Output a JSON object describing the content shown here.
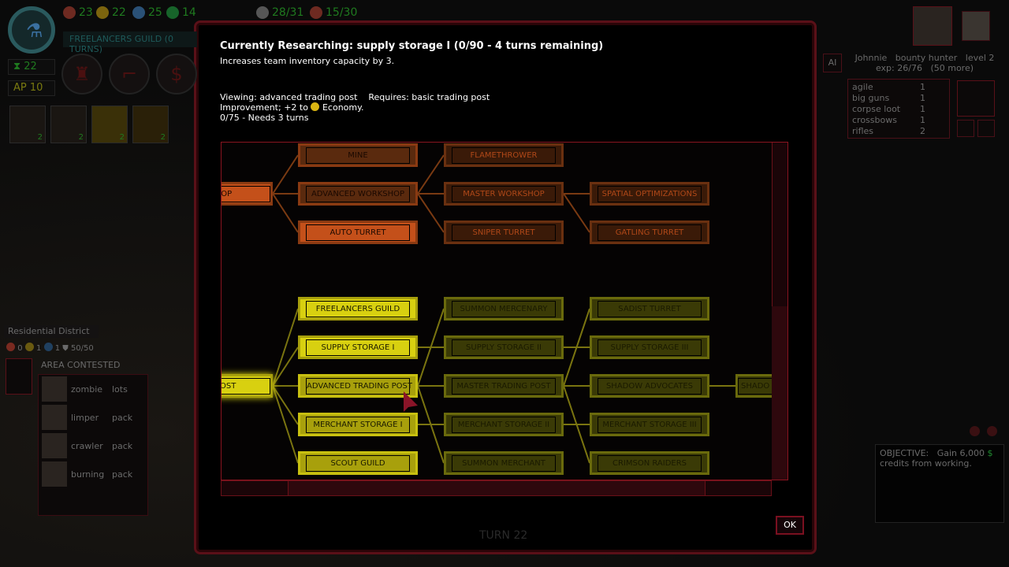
{
  "hud": {
    "resources": [
      {
        "icon": "hammer-icon",
        "value": "23",
        "color": "#b04030"
      },
      {
        "icon": "coin-icon",
        "value": "22",
        "color": "#c8a010"
      },
      {
        "icon": "flask-icon",
        "value": "25",
        "color": "#4080c0"
      },
      {
        "icon": "credits-icon",
        "value": "14",
        "color": "#20a040"
      },
      {
        "icon": "gear-icon",
        "value": "28/31",
        "color": "#888888"
      },
      {
        "icon": "flag-icon",
        "value": "15/30",
        "color": "#b04030"
      }
    ],
    "research_bar": "FREELANCERS GUILD (0 TURNS)",
    "hourglass": "22",
    "ap": "AP 10",
    "cards": [
      "2",
      "2",
      "2",
      "2"
    ],
    "turn": "TURN 22"
  },
  "character": {
    "ai_label": "AI",
    "name": "Johnnie",
    "class": "bounty hunter",
    "level": "level 2",
    "exp": "exp: 26/76",
    "exp_more": "(50 more)",
    "skills": [
      {
        "name": "agile",
        "value": "1"
      },
      {
        "name": "big guns",
        "value": "1"
      },
      {
        "name": "corpse loot",
        "value": "1"
      },
      {
        "name": "crossbows",
        "value": "1"
      },
      {
        "name": "rifles",
        "value": "2"
      }
    ]
  },
  "district": {
    "name": "Residential District",
    "stats": [
      "0",
      "1",
      "1",
      "50/50"
    ],
    "status": "AREA CONTESTED",
    "enemies": [
      {
        "name": "zombie",
        "amount": "lots"
      },
      {
        "name": "limper",
        "amount": "pack"
      },
      {
        "name": "crawler",
        "amount": "pack"
      },
      {
        "name": "burning",
        "amount": "pack"
      }
    ]
  },
  "objective": {
    "label": "OBJECTIVE:",
    "text": "Gain 6,000",
    "text2": "credits from working."
  },
  "modal": {
    "title": "Currently Researching: supply storage I  (0/90 - 4 turns remaining)",
    "desc": "Increases team inventory capacity by 3.",
    "viewing": "Viewing: advanced trading post",
    "requires": "Requires: basic trading post",
    "improvement_pre": "Improvement; +2 to",
    "improvement_post": "Economy.",
    "progress": "0/75 - Needs 3 turns",
    "ok": "OK"
  },
  "tree": {
    "colors": {
      "orange": "#c4501a",
      "yellow": "#d8d010"
    },
    "nodes": [
      {
        "label": "KSHOP",
        "col": 0,
        "row": 1,
        "style": "o-on"
      },
      {
        "label": "MINE",
        "col": 1,
        "row": 0,
        "style": "o-mid"
      },
      {
        "label": "ADVANCED WORKSHOP",
        "col": 1,
        "row": 1,
        "style": "o-mid"
      },
      {
        "label": "AUTO TURRET",
        "col": 1,
        "row": 2,
        "style": "o-on"
      },
      {
        "label": "FLAMETHROWER",
        "col": 2,
        "row": 0,
        "style": "o-dim"
      },
      {
        "label": "MASTER WORKSHOP",
        "col": 2,
        "row": 1,
        "style": "o-dim"
      },
      {
        "label": "SNIPER TURRET",
        "col": 2,
        "row": 2,
        "style": "o-dim"
      },
      {
        "label": "SPATIAL OPTIMIZATIONS",
        "col": 3,
        "row": 1,
        "style": "o-dim"
      },
      {
        "label": "GATLING TURRET",
        "col": 3,
        "row": 2,
        "style": "o-dim"
      },
      {
        "label": "NG POST",
        "col": 0,
        "row": 6,
        "style": "y-on glow"
      },
      {
        "label": "FREELANCERS GUILD",
        "col": 1,
        "row": 4,
        "style": "y-on"
      },
      {
        "label": "SUPPLY STORAGE I",
        "col": 1,
        "row": 5,
        "style": "y-on"
      },
      {
        "label": "ADVANCED TRADING POST",
        "col": 1,
        "row": 6,
        "style": "y-mid"
      },
      {
        "label": "MERCHANT STORAGE I",
        "col": 1,
        "row": 7,
        "style": "y-mid"
      },
      {
        "label": "SCOUT GUILD",
        "col": 1,
        "row": 8,
        "style": "y-mid"
      },
      {
        "label": "SUMMON MERCENARY",
        "col": 2,
        "row": 4,
        "style": "y-dim"
      },
      {
        "label": "SUPPLY STORAGE II",
        "col": 2,
        "row": 5,
        "style": "y-dim"
      },
      {
        "label": "MASTER TRADING POST",
        "col": 2,
        "row": 6,
        "style": "y-dim"
      },
      {
        "label": "MERCHANT STORAGE II",
        "col": 2,
        "row": 7,
        "style": "y-dim"
      },
      {
        "label": "SUMMON MERCHANT",
        "col": 2,
        "row": 8,
        "style": "y-dim"
      },
      {
        "label": "SADIST TURRET",
        "col": 3,
        "row": 4,
        "style": "y-dim"
      },
      {
        "label": "SUPPLY STORAGE III",
        "col": 3,
        "row": 5,
        "style": "y-dim"
      },
      {
        "label": "SHADOW ADVOCATES",
        "col": 3,
        "row": 6,
        "style": "y-dim"
      },
      {
        "label": "MERCHANT STORAGE III",
        "col": 3,
        "row": 7,
        "style": "y-dim"
      },
      {
        "label": "CRIMSON RAIDERS",
        "col": 3,
        "row": 8,
        "style": "y-dim"
      },
      {
        "label": "SHADO",
        "col": 4,
        "row": 6,
        "style": "y-dim"
      }
    ]
  }
}
